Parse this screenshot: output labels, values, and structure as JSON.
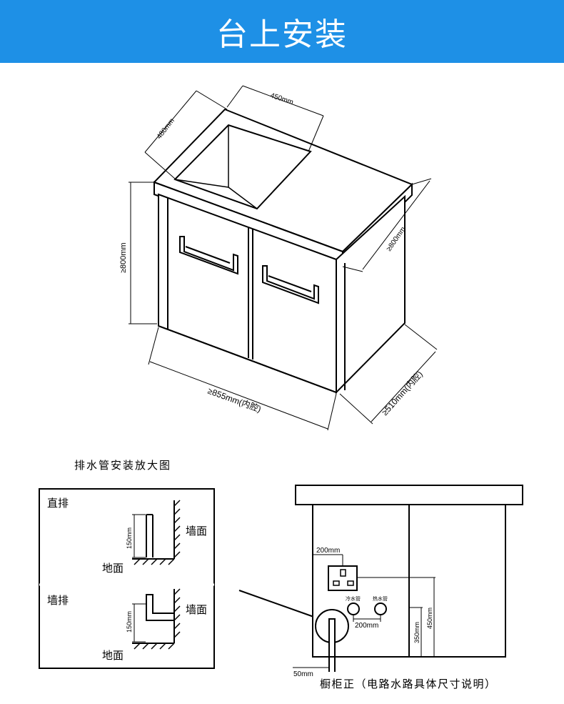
{
  "banner": {
    "title": "台上安装",
    "color": "#1e90e6"
  },
  "cabinet": {
    "dim_top_width": "450mm",
    "dim_top_depth": "480mm",
    "dim_side": "≥800mm",
    "dim_right_height": "≥800mm",
    "dim_bottom_width": "≥855mm(内腔)",
    "dim_bottom_depth": "≥510mm(内腔)"
  },
  "drain_section": {
    "heading": "排水管安装放大图",
    "direct": {
      "title": "直排",
      "wall": "墙面",
      "floor": "地面",
      "height": "150mm"
    },
    "wall_drain": {
      "title": "墙排",
      "wall": "墙面",
      "floor": "地面",
      "height": "150mm"
    }
  },
  "front_view": {
    "dim_socket_width": "200mm",
    "cold_water": "冷水管",
    "hot_water": "热水管",
    "dim_pipe_spacing": "200mm",
    "dim_350": "350mm",
    "dim_450": "450mm",
    "dim_drain": "50mm",
    "caption": "橱柜正（电路水路具体尺寸说明）"
  }
}
